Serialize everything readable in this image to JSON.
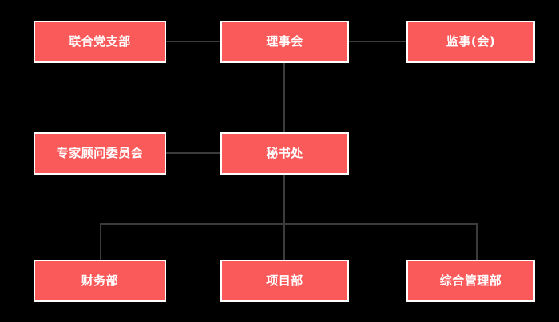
{
  "chart": {
    "type": "org-chart",
    "title": "",
    "background_color": "#000000",
    "node_fill_color": "#fa5a5a",
    "node_border_color": "#ffffff",
    "node_text_color": "#ffffff",
    "connector_color": "#3b3b3b",
    "levels": [
      {
        "level": 1,
        "nodes": [
          {
            "id": "party-branch",
            "label": "联合党支部"
          },
          {
            "id": "board-of-directors",
            "label": "理事会"
          },
          {
            "id": "supervisors",
            "label": "监事(会)"
          }
        ]
      },
      {
        "level": 2,
        "nodes": [
          {
            "id": "expert-advisory-committee",
            "label": "专家顾问委员会"
          },
          {
            "id": "secretariat",
            "label": "秘书处"
          }
        ]
      },
      {
        "level": 3,
        "nodes": [
          {
            "id": "finance-department",
            "label": "财务部"
          },
          {
            "id": "project-department",
            "label": "项目部"
          },
          {
            "id": "general-management-department",
            "label": "综合管理部"
          }
        ]
      }
    ],
    "edges": [
      {
        "from": "party-branch",
        "to": "board-of-directors"
      },
      {
        "from": "board-of-directors",
        "to": "supervisors"
      },
      {
        "from": "board-of-directors",
        "to": "secretariat"
      },
      {
        "from": "expert-advisory-committee",
        "to": "secretariat"
      },
      {
        "from": "secretariat",
        "to": "finance-department"
      },
      {
        "from": "secretariat",
        "to": "project-department"
      },
      {
        "from": "secretariat",
        "to": "general-management-department"
      }
    ]
  }
}
